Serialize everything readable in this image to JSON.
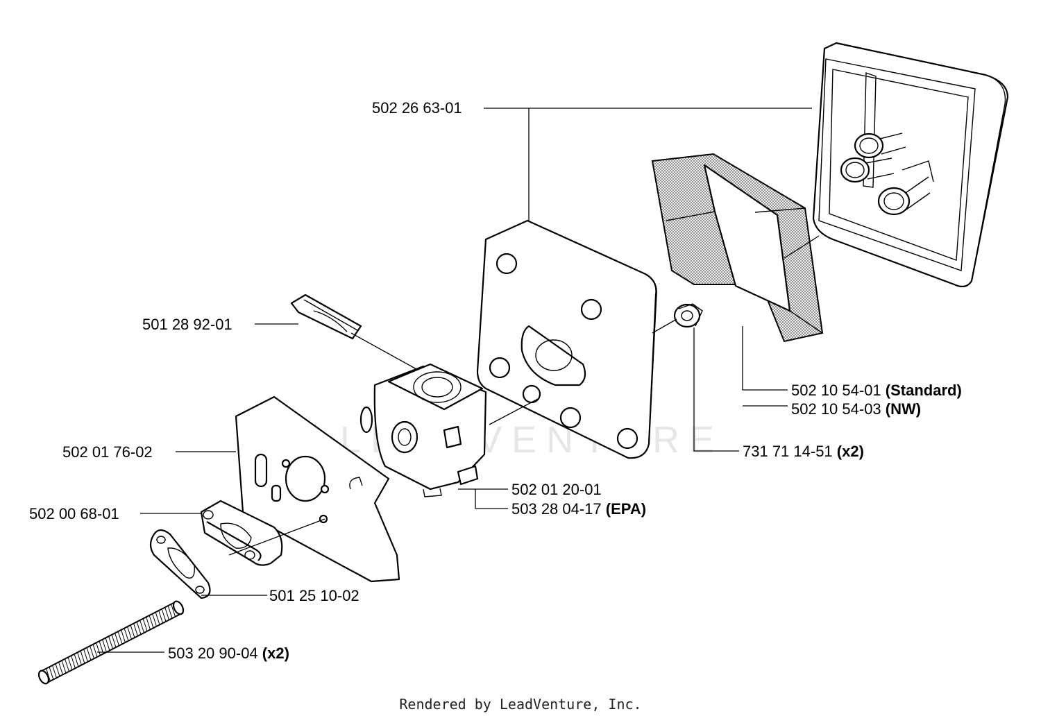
{
  "watermark": "LEADVENTURE",
  "footer": "Rendered by LeadVenture, Inc.",
  "parts": [
    {
      "id": "air-filter-cover",
      "number": "502 26 63-01",
      "qualifier": ""
    },
    {
      "id": "pipe-adapter",
      "number": "501 28 92-01",
      "qualifier": ""
    },
    {
      "id": "air-filter",
      "number": "502 10 54-01",
      "qualifier": "(Standard)"
    },
    {
      "id": "air-filter-nw",
      "number": "502 10 54-03",
      "qualifier": "(NW)"
    },
    {
      "id": "washer",
      "number": "731 71 14-51",
      "qualifier": "(x2)"
    },
    {
      "id": "carb-plate",
      "number": "502 01 76-02",
      "qualifier": ""
    },
    {
      "id": "carburetor",
      "number": "502 01 20-01",
      "qualifier": ""
    },
    {
      "id": "carburetor-epa",
      "number": "503 28 04-17",
      "qualifier": "(EPA)"
    },
    {
      "id": "intake-adapter",
      "number": "502 00 68-01",
      "qualifier": ""
    },
    {
      "id": "gasket",
      "number": "501 25 10-02",
      "qualifier": ""
    },
    {
      "id": "stud-bolt",
      "number": "503 20 90-04",
      "qualifier": "(x2)"
    }
  ]
}
